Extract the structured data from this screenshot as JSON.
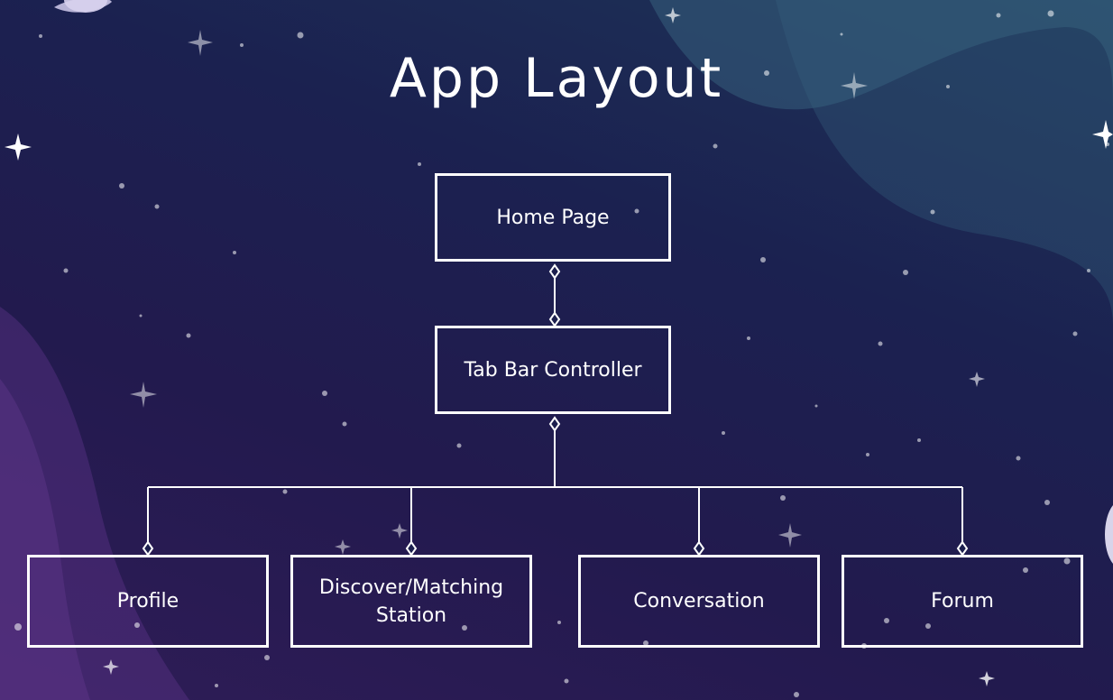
{
  "title": "App Layout",
  "diagram": {
    "root": "Home Page",
    "controller": "Tab Bar Controller",
    "children": [
      "Profile",
      "Discover/Matching Station",
      "Conversation",
      "Forum"
    ]
  }
}
